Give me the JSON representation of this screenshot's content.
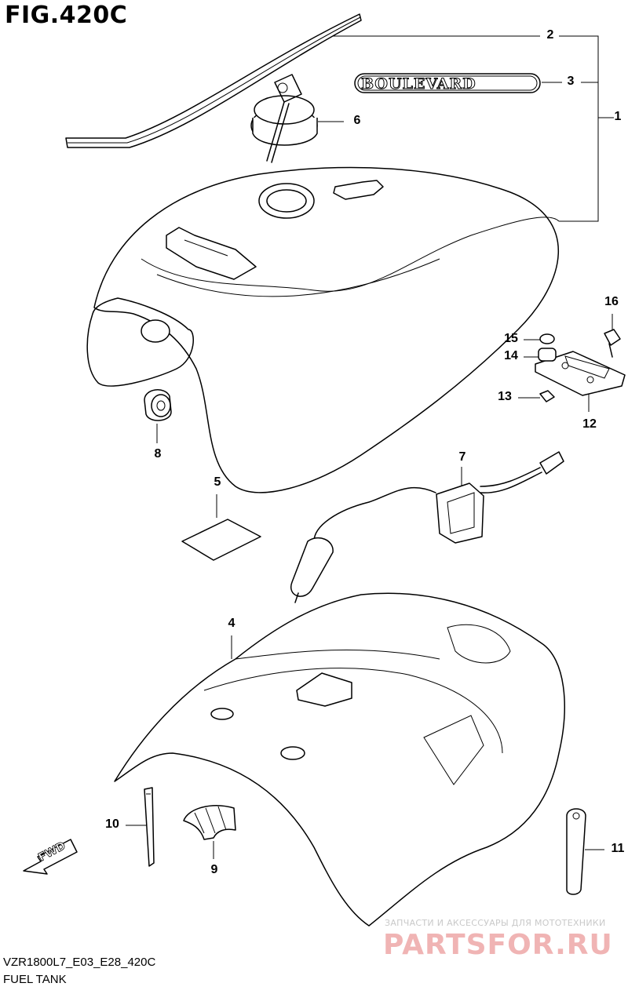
{
  "figure": {
    "title": "FIG.420C",
    "code": "VZR1800L7_E03_E28_420C",
    "name": "FUEL TANK"
  },
  "callouts": [
    "1",
    "2",
    "3",
    "4",
    "5",
    "6",
    "7",
    "8",
    "9",
    "10",
    "11",
    "12",
    "13",
    "14",
    "15",
    "16"
  ],
  "badge_text": "BOULEVARD",
  "fwd_label": "FWD",
  "watermark": {
    "tagline": "ЗАПЧАСТИ И АКСЕССУАРЫ ДЛЯ МОТОТЕХНИКИ",
    "brand": "PARTSFOR.RU"
  }
}
